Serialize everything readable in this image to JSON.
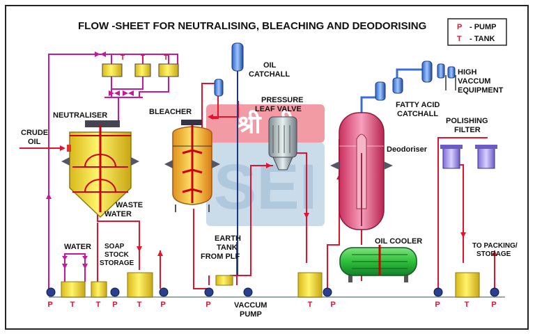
{
  "title": "FLOW -SHEET FOR NEUTRALISING, BLEACHING AND DEODORISING",
  "legend": {
    "pump_letter": "P",
    "pump_text": "- PUMP",
    "tank_letter": "T",
    "tank_text": "- TANK"
  },
  "watermark": {
    "line1": "श्री श्री",
    "line2": "SEI"
  },
  "labels": {
    "crude_oil_1": "CRUDE",
    "crude_oil_2": "OIL",
    "neutraliser": "NEUTRALISER",
    "bleacher": "BLEACHER",
    "oil_catchall_1": "OIL",
    "oil_catchall_2": "CATCHALL",
    "pressure_leaf_1": "PRESSURE",
    "pressure_leaf_2": "LEAF VALVE",
    "high_vac_1": "HIGH",
    "high_vac_2": "VACCUM",
    "high_vac_3": "EQUIPMENT",
    "fatty_acid_1": "FATTY ACID",
    "fatty_acid_2": "CATCHALL",
    "polishing_1": "POLISHING",
    "polishing_2": "FILTER",
    "deodoriser": "Deodoriser",
    "waste_water_1": "WASTE",
    "waste_water_2": "WATER",
    "water": "WATER",
    "soap_1": "SOAP",
    "soap_2": "STOCK",
    "soap_3": "STORAGE",
    "earth_1": "EARTH",
    "earth_2": "TANK",
    "earth_3": "FROM PLF",
    "oil_cooler": "OIL COOLER",
    "packing_1": "TO PACKING/",
    "packing_2": "STORAGE",
    "vaccum_1": "VACCUM",
    "vaccum_2": "PUMP"
  },
  "top_tank_letters": [
    "T",
    "T",
    "T"
  ],
  "bottom_letters": [
    "P",
    "T",
    "T",
    "P",
    "T",
    "P",
    "P",
    "T",
    "P",
    "P",
    "T",
    "P"
  ],
  "colors": {
    "pipe_red": "#e8112d",
    "pipe_magenta": "#c8179a",
    "vessel_yellow": "#f3e22a",
    "deodoriser_pink": "#e9557f",
    "cooler_green": "#2fbf3a",
    "pump_blue": "#2a3f8f"
  }
}
